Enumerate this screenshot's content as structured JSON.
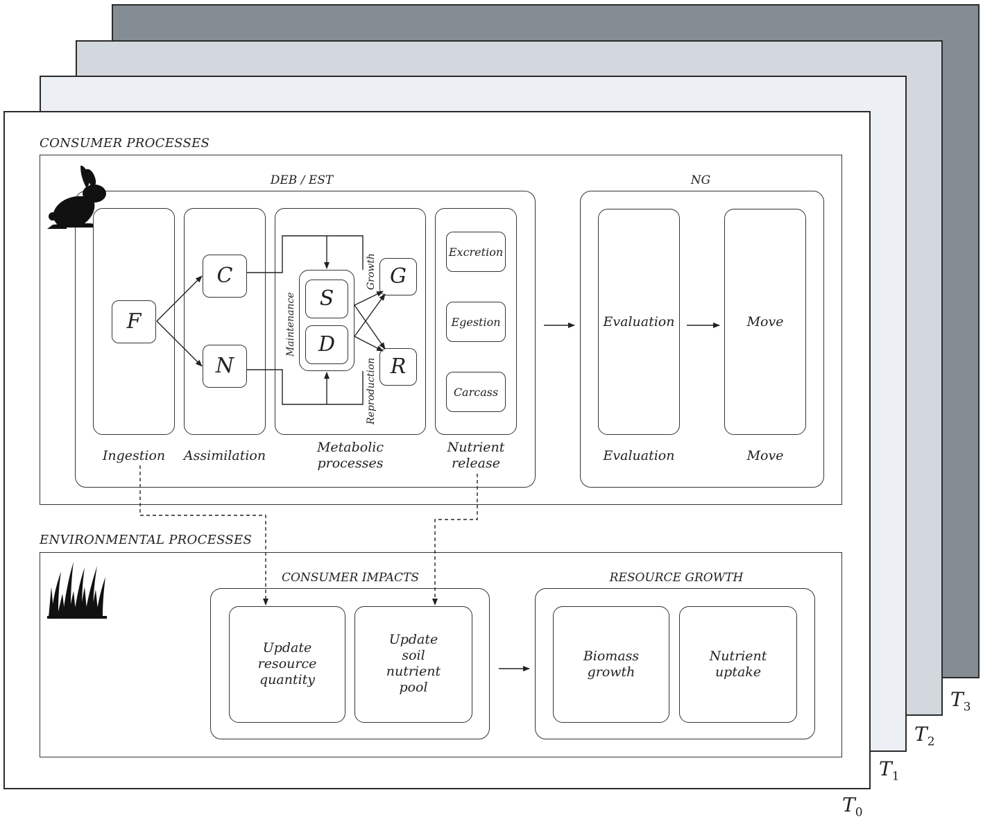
{
  "layers": [
    {
      "label": "T",
      "sub": "3"
    },
    {
      "label": "T",
      "sub": "2"
    },
    {
      "label": "T",
      "sub": "1"
    },
    {
      "label": "T",
      "sub": "0"
    }
  ],
  "colors": {
    "layer3": "#858d94",
    "layer2": "#d3d7de",
    "layer1": "#eceff4",
    "layer0": "#ffffff"
  },
  "consumer": {
    "section_title": "CONSUMER PROCESSES",
    "icon": "rabbit-icon",
    "deb_title": "DEB / EST",
    "ng_title": "NG",
    "ingestion": {
      "node": "F",
      "label": "Ingestion"
    },
    "assimilation": {
      "node_c": "C",
      "node_n": "N",
      "label": "Assimilation"
    },
    "metabolic": {
      "node_s": "S",
      "node_d": "D",
      "node_g": "G",
      "node_r": "R",
      "maintenance": "Maintenance",
      "growth": "Growth",
      "reproduction": "Reproduction",
      "label_line1": "Metabolic",
      "label_line2": "processes"
    },
    "release": {
      "excretion": "Excretion",
      "egestion": "Egestion",
      "carcass": "Carcass",
      "label_line1": "Nutrient",
      "label_line2": "release"
    },
    "ng": {
      "evaluation_box": "Evaluation",
      "move_box": "Move",
      "evaluation_label": "Evaluation",
      "move_label": "Move"
    }
  },
  "environment": {
    "section_title": "ENVIRONMENTAL PROCESSES",
    "icon": "grass-icon",
    "impacts_title": "CONSUMER IMPACTS",
    "growth_title": "RESOURCE GROWTH",
    "update_resource": [
      "Update",
      "resource",
      "quantity"
    ],
    "update_soil": [
      "Update",
      "soil",
      "nutrient",
      "pool"
    ],
    "biomass": [
      "Biomass",
      "growth"
    ],
    "nutrient_uptake": [
      "Nutrient",
      "uptake"
    ]
  }
}
